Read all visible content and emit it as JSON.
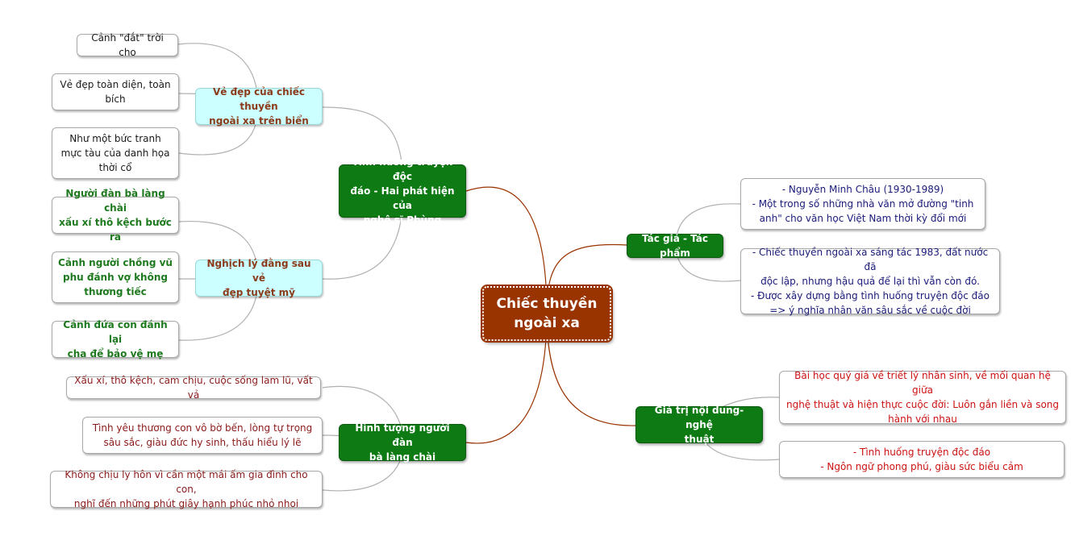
{
  "colors": {
    "center_fill": "#993300",
    "main_fill": "#0e7a14",
    "sub_fill": "#ccffff",
    "link_main": "#993300",
    "link_leaf": "#b0b0b0"
  },
  "center": {
    "label": "Chiếc thuyền\nngoài xa"
  },
  "branches": {
    "tinh_huong": {
      "label": "Tình huống truyện độc\nđáo - Hai phát hiện của\nnghệ sĩ Phùng",
      "sub1": {
        "label": "Vẻ đẹp của chiếc thuyền\nngoài xa trên biển",
        "items": [
          "Cảnh \"đắt\" trời cho",
          "Vẻ đẹp toàn diện, toàn\nbích",
          "Như một bức tranh\nmực tàu của danh họa\nthời cổ"
        ]
      },
      "sub2": {
        "label": "Nghịch lý đằng sau vẻ\nđẹp tuyệt mỹ",
        "items": [
          "Người đàn bà làng chài\nxấu xí thô kệch bước ra",
          "Cảnh người chồng vũ\nphu đánh vợ không\nthương tiếc",
          "Cảnh đứa con đánh lại\ncha để bảo vệ mẹ"
        ]
      }
    },
    "hinh_tuong": {
      "label": "Hình tượng người đàn\nbà làng chài",
      "items": [
        "Xấu xí, thô kệch, cam chịu, cuộc sống lam lũ, vất vả",
        "Tình yêu thương con vô bờ bến, lòng tự trọng\nsâu sắc, giàu đức hy sinh, thấu hiểu lý lẽ",
        "Không chịu ly hôn vì cần một mái ấm gia đình cho con,\nnghĩ đến những phút giây hạnh phúc nhỏ nhoi"
      ]
    },
    "tac_gia": {
      "label": "Tác giả - Tác phẩm",
      "items": [
        "- Nguyễn Minh Châu (1930-1989)\n- Một trong số những nhà văn mở đường \"tinh\nanh\" cho văn học Việt Nam thời kỳ đổi mới",
        "- Chiếc thuyền ngoài xa sáng tác 1983, đất nước đã\nđộc lập, nhưng hậu quả để lại thì vẫn còn đó.\n- Được xây dựng bằng tình huống truyện độc đáo\n=> ý nghĩa nhân văn sâu sắc về cuộc đời"
      ]
    },
    "gia_tri": {
      "label": "Giá trị nội dung-nghệ\nthuật",
      "items": [
        "Bài học quý giá về triết lý nhân sinh, về mối quan hệ giữa\nnghệ thuật và hiện thực cuộc đời: Luôn gắn liền và song\nhành với nhau",
        "- Tình huống truyện độc đáo\n- Ngôn ngữ phong phú, giàu sức biểu cảm"
      ]
    }
  }
}
